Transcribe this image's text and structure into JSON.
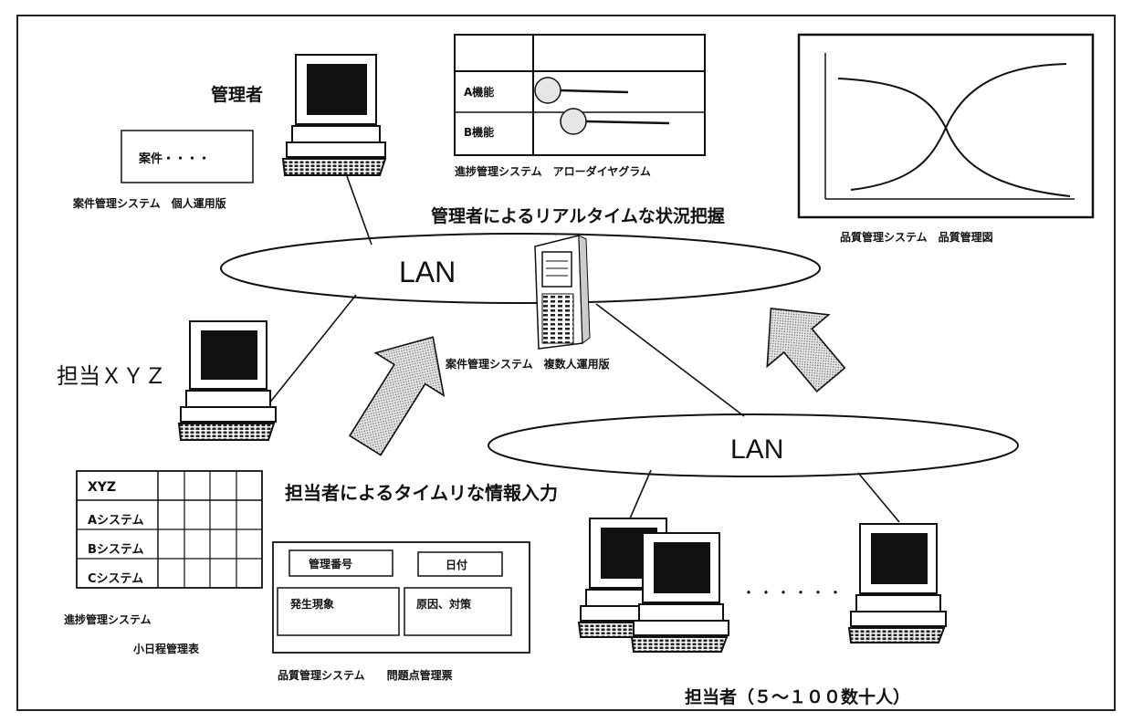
{
  "labels": {
    "manager": "管理者",
    "case_personal": "案件管理システム　個人運用版",
    "case_box": "案件・・・・",
    "progress_arrow": "進捗管理システム　アローダイヤグラム",
    "realtime": "管理者によるリアルタイムな状況把握",
    "quality_chart": "品質管理システム　品質管理図",
    "lan_top": "LAN",
    "lan_bottom": "LAN",
    "server_label": "案件管理システム　複数人運用版",
    "person_xyz": "担当ＸＹＺ",
    "timely_input": "担当者によるタイムリな情報入力",
    "progress_schedule": "進捗管理システム",
    "schedule_table": "小日程管理表",
    "quality_problem": "品質管理システム　　問題点管理票",
    "staff": "担当者（５～１００数十人）",
    "dots": "・・・・・・"
  },
  "arrow_diagram": {
    "rows": [
      "A機能",
      "B機能"
    ]
  },
  "schedule": {
    "rows": [
      "XYZ",
      "Aシステム",
      "Bシステム",
      "Cシステム"
    ]
  },
  "problem_sheet": {
    "number": "管理番号",
    "date": "日付",
    "event": "発生現象",
    "cause": "原因、対策"
  }
}
